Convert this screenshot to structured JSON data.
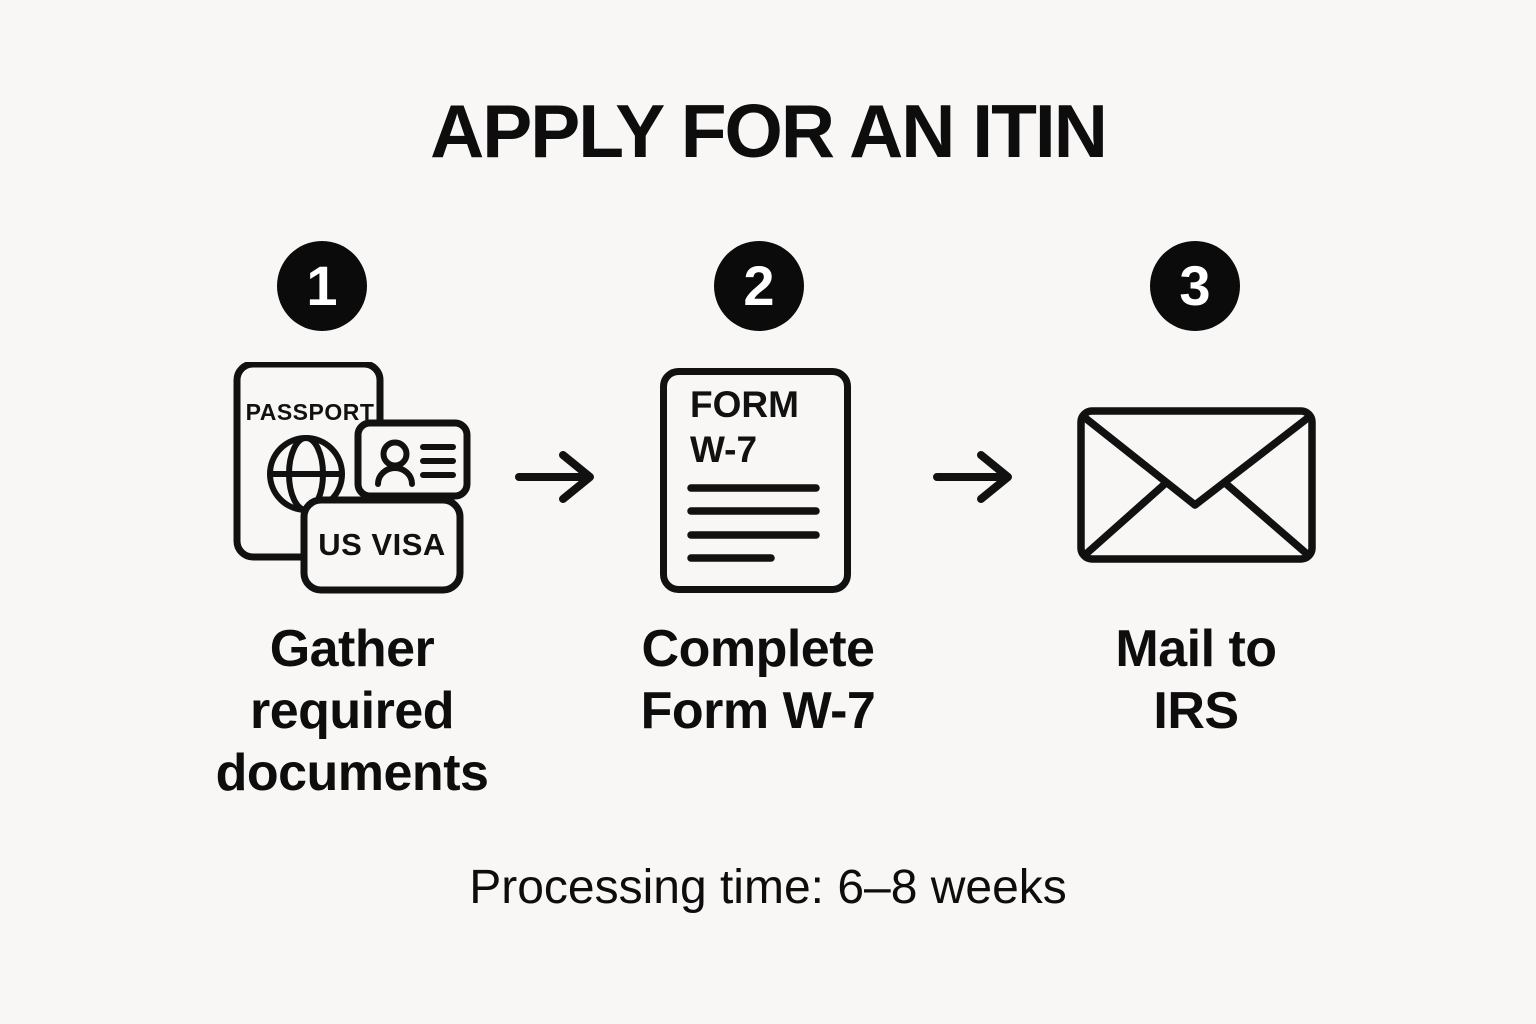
{
  "canvas": {
    "background": "#f8f7f5",
    "ink": "#0d0d0d",
    "badge_bg": "#0b0b0b",
    "badge_fg": "#ffffff"
  },
  "title": "APPLY FOR AN ITIN",
  "steps": [
    {
      "number": "1",
      "caption_lines": [
        "Gather",
        "required",
        "documents"
      ],
      "icon": {
        "name": "documents-stack",
        "passport_label": "PASSPORT",
        "visa_label": "US VISA"
      }
    },
    {
      "number": "2",
      "caption_lines": [
        "Complete",
        "Form W-7"
      ],
      "icon": {
        "name": "form-w7-document",
        "form_label_line1": "FORM",
        "form_label_line2": "W-7"
      }
    },
    {
      "number": "3",
      "caption_lines": [
        "Mail to",
        "IRS"
      ],
      "icon": {
        "name": "envelope"
      }
    }
  ],
  "footer": "Processing time: 6–8 weeks"
}
